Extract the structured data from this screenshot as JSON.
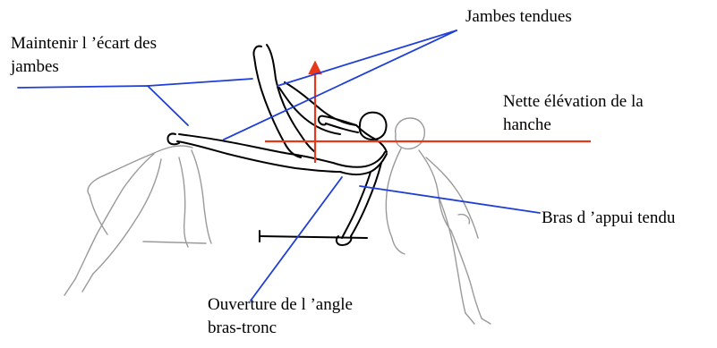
{
  "annotations": {
    "ecart_line1": "Maintenir l ’écart des",
    "ecart_line2": "jambes",
    "jambes_tendues": "Jambes tendues",
    "elevation_line1": "Nette élévation de la",
    "elevation_line2": "hanche",
    "bras_appui": "Bras d ’appui tendu",
    "angle_line1": "Ouverture de l ’angle",
    "angle_line2": "bras-tronc"
  },
  "colors": {
    "pointer_lines": "#1f3fd6",
    "hip_marker": "#e8381c",
    "main_figure": "#000000",
    "sketch_figures": "#9a9a9a"
  }
}
